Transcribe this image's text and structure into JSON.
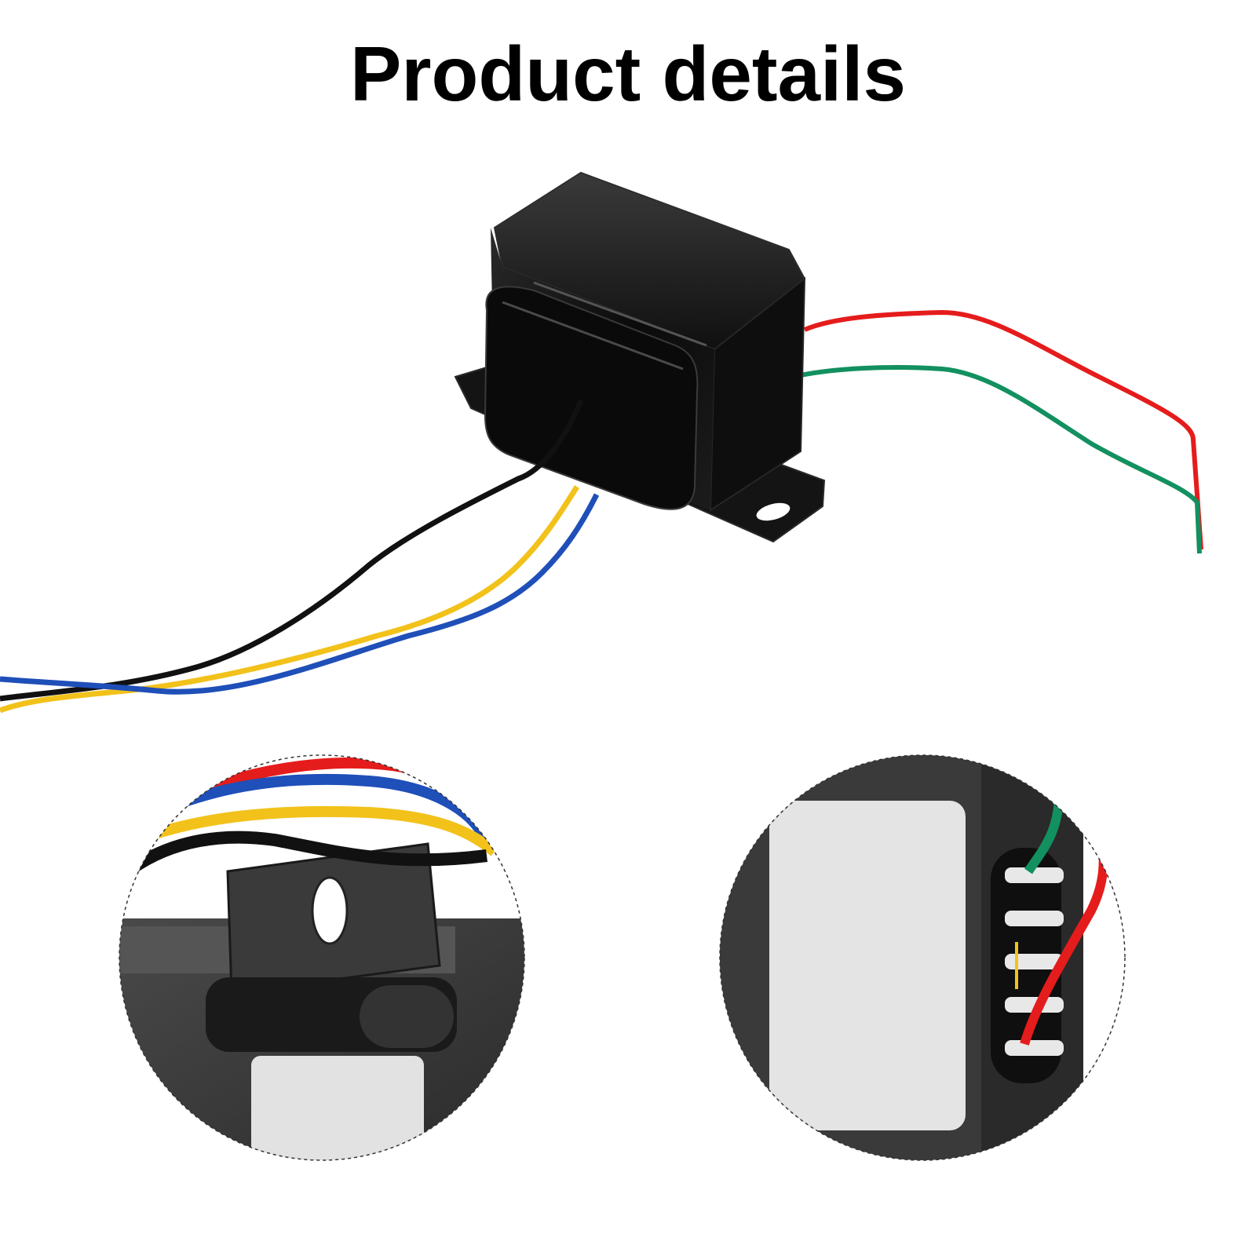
{
  "page": {
    "title": "Product details"
  },
  "images": {
    "main": {
      "icon": "transformer-with-wires-photo"
    },
    "detail_left": {
      "icon": "mounting-bracket-closeup"
    },
    "detail_right": {
      "icon": "terminal-label-closeup"
    }
  },
  "colors": {
    "wire_red": "#e51c1c",
    "wire_green": "#139060",
    "wire_black": "#111111",
    "wire_yellow": "#f2c21b",
    "wire_blue": "#1f4fb8",
    "housing": "#0d0d0d"
  }
}
